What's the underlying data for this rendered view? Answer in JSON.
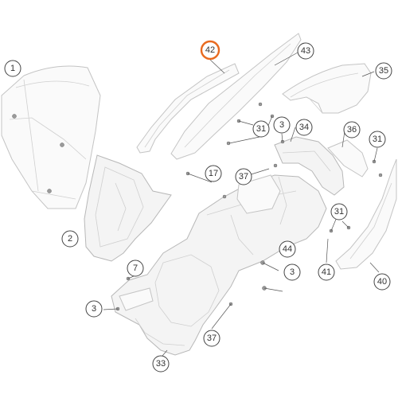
{
  "highlight_color": "#e86a1f",
  "callouts": [
    {
      "id": "c1",
      "label": "1",
      "highlighted": false
    },
    {
      "id": "c2",
      "label": "2",
      "highlighted": false
    },
    {
      "id": "c3a",
      "label": "3",
      "highlighted": false
    },
    {
      "id": "c3b",
      "label": "3",
      "highlighted": false
    },
    {
      "id": "c3c",
      "label": "3",
      "highlighted": false
    },
    {
      "id": "c7",
      "label": "7",
      "highlighted": false
    },
    {
      "id": "c17",
      "label": "17",
      "highlighted": false
    },
    {
      "id": "c31a",
      "label": "31",
      "highlighted": false
    },
    {
      "id": "c31b",
      "label": "31",
      "highlighted": false
    },
    {
      "id": "c31c",
      "label": "31",
      "highlighted": false
    },
    {
      "id": "c33",
      "label": "33",
      "highlighted": false
    },
    {
      "id": "c34",
      "label": "34",
      "highlighted": false
    },
    {
      "id": "c35",
      "label": "35",
      "highlighted": false
    },
    {
      "id": "c36",
      "label": "36",
      "highlighted": false
    },
    {
      "id": "c37a",
      "label": "37",
      "highlighted": false
    },
    {
      "id": "c37b",
      "label": "37",
      "highlighted": false
    },
    {
      "id": "c40",
      "label": "40",
      "highlighted": false
    },
    {
      "id": "c41",
      "label": "41",
      "highlighted": false
    },
    {
      "id": "c42",
      "label": "42",
      "highlighted": true
    },
    {
      "id": "c43",
      "label": "43",
      "highlighted": false
    },
    {
      "id": "c44",
      "label": "44",
      "highlighted": false
    }
  ]
}
